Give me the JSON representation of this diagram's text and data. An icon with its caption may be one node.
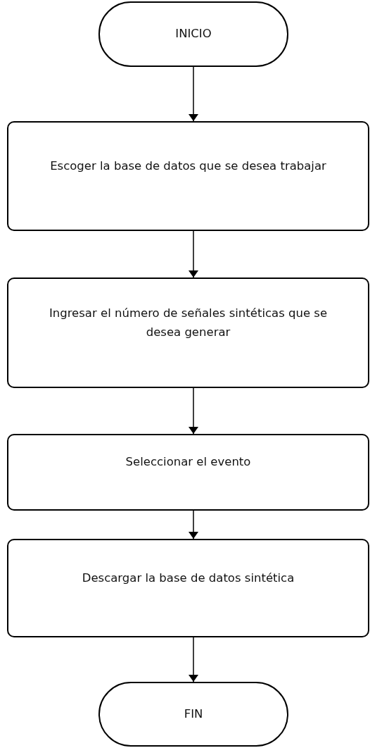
{
  "diagram": {
    "nodes": [
      {
        "text": [
          "INICIO"
        ]
      },
      {
        "text": [
          "Escoger la base de datos que se desea trabajar"
        ]
      },
      {
        "text": [
          "Ingresar el número de señales sintéticas que se desea generar"
        ]
      },
      {
        "text": [
          "Seleccionar el evento"
        ]
      },
      {
        "text": [
          "Descargar la base de datos sintética"
        ]
      },
      {
        "text": [
          "FIN"
        ]
      }
    ],
    "edges": [
      {
        "from": 0,
        "to": 1,
        "arrow": "to"
      },
      {
        "from": 1,
        "to": 2,
        "arrow": "to"
      },
      {
        "from": 2,
        "to": 3,
        "arrow": "to"
      },
      {
        "from": 3,
        "to": 4,
        "arrow": "to"
      },
      {
        "from": 4,
        "to": 5,
        "arrow": "to"
      }
    ]
  }
}
